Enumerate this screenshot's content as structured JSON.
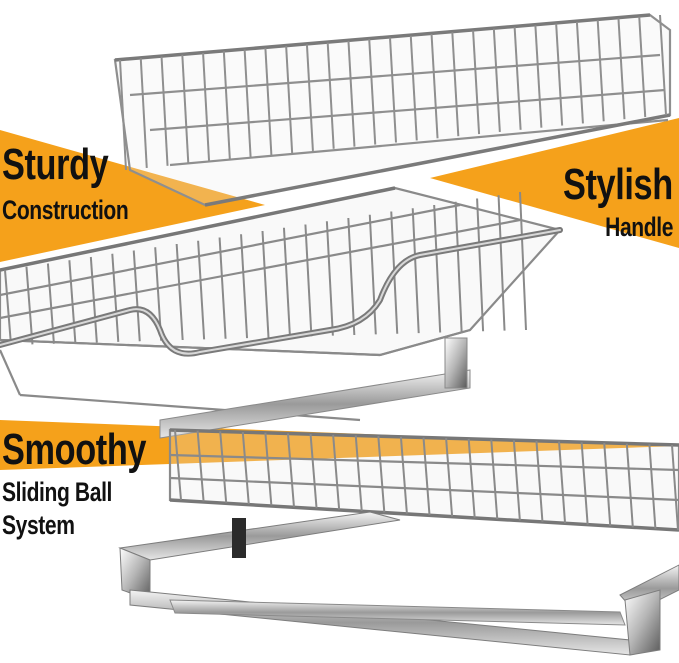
{
  "accent_color": "#f5a11b",
  "callouts": {
    "sturdy": {
      "title": "Sturdy",
      "subtitle": "Construction"
    },
    "stylish": {
      "title": "Stylish",
      "subtitle": "Handle"
    },
    "smoothy": {
      "title": "Smoothy",
      "line2": "Sliding Ball",
      "line3": "System"
    }
  }
}
